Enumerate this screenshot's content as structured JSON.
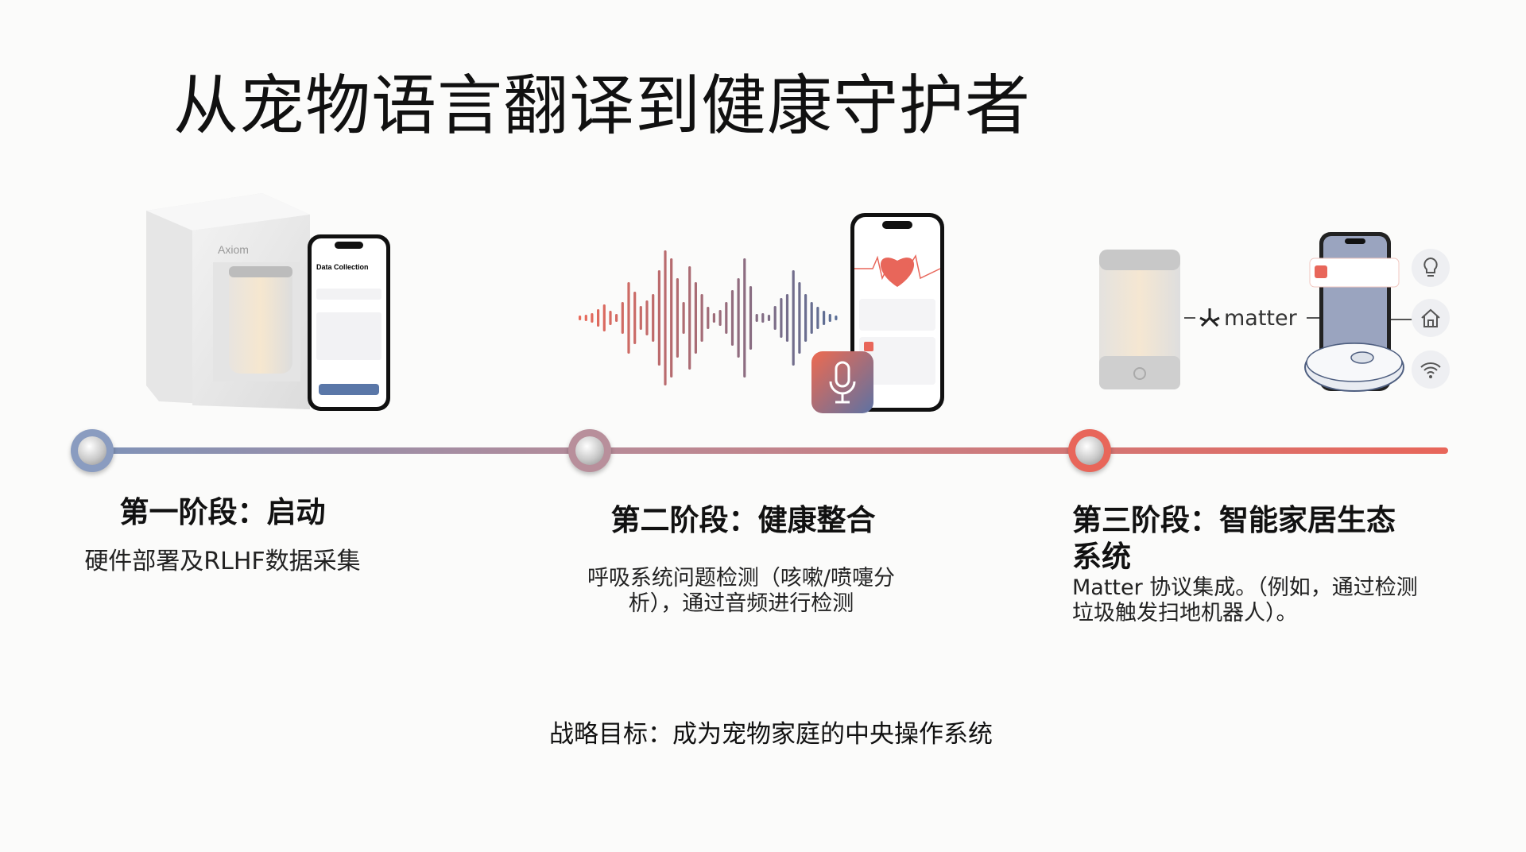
{
  "title": "从宠物语言翻译到健康守护者",
  "timeline": {
    "colors": {
      "start": "#7f93b8",
      "mid": "#b98a96",
      "end": "#e8665a"
    },
    "phases": [
      {
        "heading": "第一阶段：启动",
        "description": "硬件部署及RLHF数据采集",
        "node_color": "#8a9cc0"
      },
      {
        "heading": "第二阶段：健康整合",
        "description": "呼吸系统问题检测（咳嗽/喷嚏分析），通过音频进行检测",
        "node_color": "#b88f9b"
      },
      {
        "heading": "第三阶段：智能家居生态系统",
        "description": "Matter 协议集成。（例如，通过检测垃圾触发扫地机器人）。",
        "node_color": "#e8665a"
      }
    ]
  },
  "illustrations": {
    "phase1": {
      "box_brand": "Axiom",
      "phone_heading": "Data Collection"
    },
    "phase2": {
      "icons": [
        "soundwave-icon",
        "heart-icon",
        "microphone-icon"
      ]
    },
    "phase3": {
      "protocol_logo": "matter",
      "icons": [
        "lightbulb-icon",
        "home-icon",
        "wifi-icon"
      ]
    }
  },
  "goal": "战略目标：成为宠物家庭的中央操作系统"
}
